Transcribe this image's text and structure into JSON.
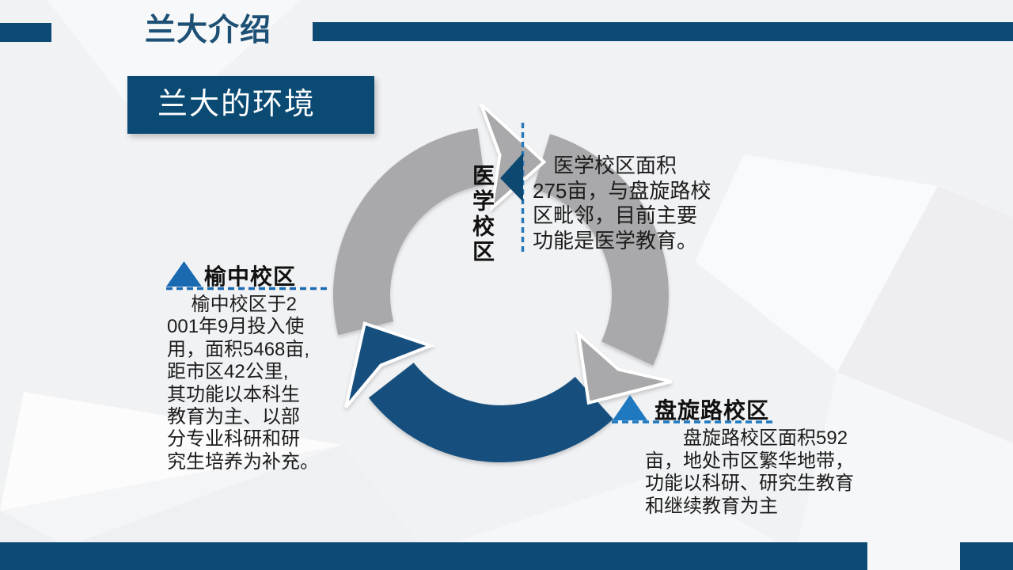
{
  "header": {
    "title": "兰大介绍"
  },
  "title_box": {
    "label": "兰大的环境"
  },
  "sections": {
    "medical": {
      "label": "医学校区",
      "text": "　医学校区面积\n275亩，与盘旋路校\n区毗邻，目前主要\n功能是医学教育。"
    },
    "yuzhong": {
      "label": "榆中校区",
      "text": "　 榆中校区于2\n001年9月投入使\n用，面积5468亩,\n距市区42公里,\n其功能以本科生\n教育为主、以部\n分专业科研和研\n究生培养为补充。"
    },
    "panxuan": {
      "label": "盘旋路校区",
      "text": "　　盘旋路校区面积592\n亩，地处市区繁华地带，\n功能以科研、研究生教育\n和继续教育为主"
    }
  },
  "colors": {
    "bg": "#f1f2f4",
    "dark_blue": "#0a4a73",
    "arc_gray": "#a9a9ab",
    "arc_blue": "#134f7d",
    "tri_medical": "#0d4871",
    "tri_yuzhong": "#1a6ab2",
    "tri_panxuan": "#1e79c0",
    "dash_medical": "#2a79b8",
    "title_text": "#1d5074",
    "body_text": "#1c1c1c"
  }
}
